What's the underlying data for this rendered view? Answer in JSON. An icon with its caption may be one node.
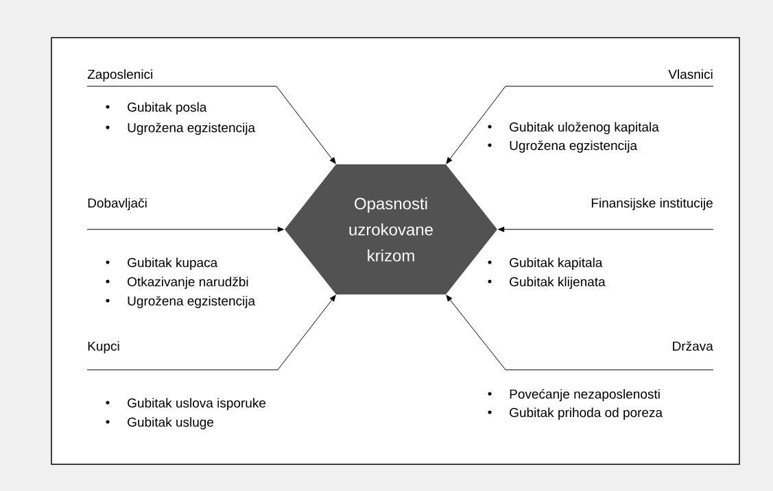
{
  "diagram": {
    "nodes": [
      {
        "text": [
          "Opasnosti uzrokovane krizom"
        ]
      },
      {
        "text": [
          "Zaposlenici",
          "Gubitak posla",
          "Ugrožena egzistencija"
        ]
      },
      {
        "text": [
          "Vlasnici",
          "Gubitak uloženog kapitala",
          "Ugrožena egzistencija"
        ]
      },
      {
        "text": [
          "Dobavljači",
          "Gubitak kupaca",
          "Otkazivanje narudžbi",
          "Ugrožena egzistencija"
        ]
      },
      {
        "text": [
          "Finansijske institucije",
          "Gubitak kapitala",
          "Gubitak klijenata"
        ]
      },
      {
        "text": [
          "Kupci",
          "Gubitak uslova isporuke",
          "Gubitak usluge"
        ]
      },
      {
        "text": [
          "Država",
          "Povećanje nezaposlenosti",
          "Gubitak prihoda od poreza"
        ]
      }
    ],
    "edges": [
      {
        "from": 1,
        "to": 0,
        "arrow": "to"
      },
      {
        "from": 2,
        "to": 0,
        "arrow": "to"
      },
      {
        "from": 3,
        "to": 0,
        "arrow": "to"
      },
      {
        "from": 4,
        "to": 0,
        "arrow": "to"
      },
      {
        "from": 5,
        "to": 0,
        "arrow": "to"
      },
      {
        "from": 6,
        "to": 0,
        "arrow": "to"
      }
    ]
  }
}
